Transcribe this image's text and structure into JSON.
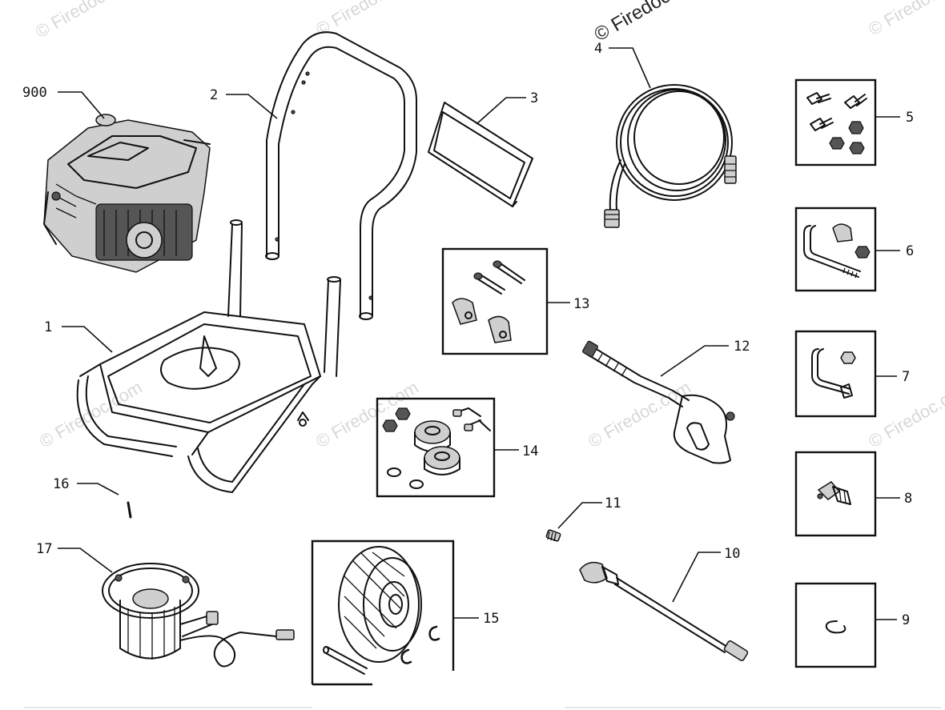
{
  "watermark": "© Firedoc.com",
  "watermark_top": "© Firedoc",
  "callouts": {
    "p900": "900",
    "p1": "1",
    "p2": "2",
    "p3": "3",
    "p4": "4",
    "p5": "5",
    "p6": "6",
    "p7": "7",
    "p8": "8",
    "p9": "9",
    "p10": "10",
    "p11": "11",
    "p12": "12",
    "p13": "13",
    "p14": "14",
    "p15": "15",
    "p16": "16",
    "p17": "17"
  }
}
